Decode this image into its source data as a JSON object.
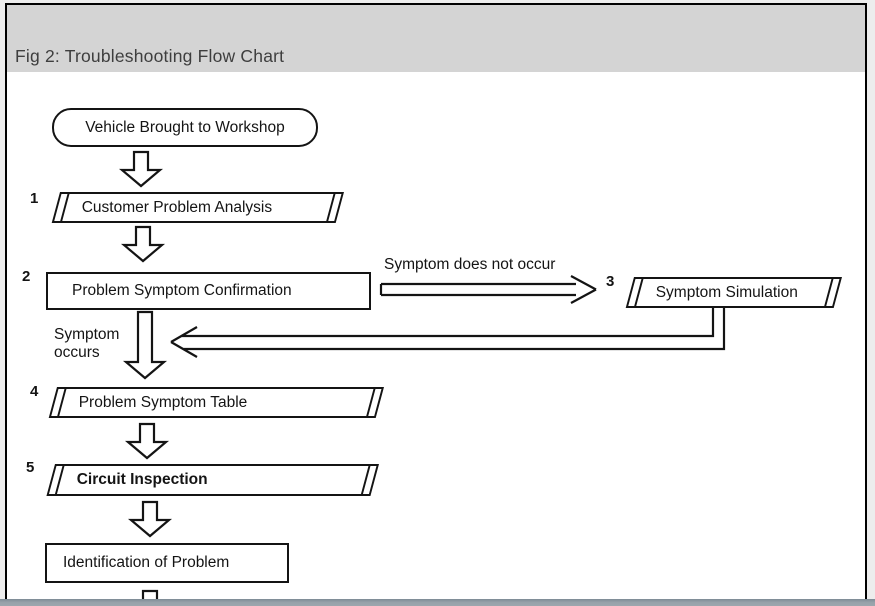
{
  "figure": {
    "title": "Fig 2: Troubleshooting Flow Chart"
  },
  "flowchart": {
    "start_node": "Vehicle Brought to Workshop",
    "steps": [
      {
        "num": "1",
        "label": "Customer Problem Analysis"
      },
      {
        "num": "2",
        "label": "Problem Symptom Confirmation"
      },
      {
        "num": "3",
        "label": "Symptom Simulation"
      },
      {
        "num": "4",
        "label": "Problem Symptom Table"
      },
      {
        "num": "5",
        "label": "Circuit Inspection"
      }
    ],
    "end_node": "Identification of Problem",
    "edge_labels": {
      "symptom_does_not_occur": "Symptom does not occur",
      "symptom_occurs": "Symptom\noccurs"
    }
  },
  "colors": {
    "frame_border": "#000000",
    "header_bg": "#d4d4d4",
    "title_text": "#3e3e3e",
    "diagram_line": "#141414",
    "bottom_bar": "#94a0a8"
  }
}
